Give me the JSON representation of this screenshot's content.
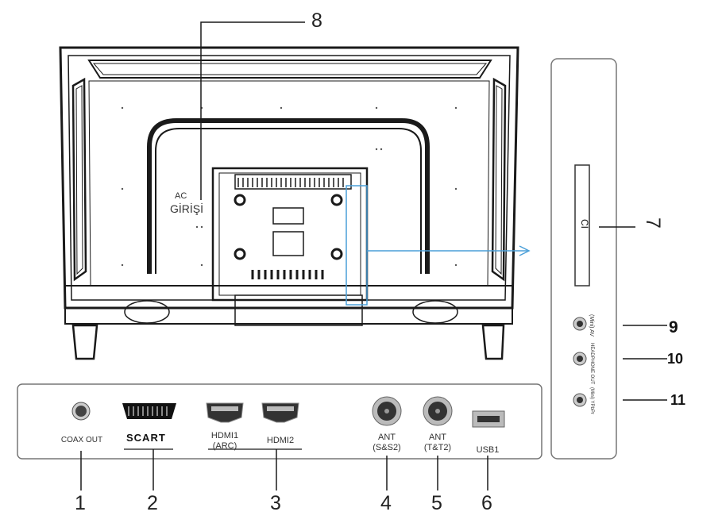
{
  "tv_back": {
    "ac_input_line1": "AC",
    "ac_input_line2": "GİRİŞİ"
  },
  "ports_bottom": [
    {
      "id": "coax",
      "label": "COAX OUT",
      "number": "1"
    },
    {
      "id": "scart",
      "label": "SCART",
      "number": "2"
    },
    {
      "id": "hdmi1",
      "label": "HDMI1\n(ARC)",
      "label_line1": "HDMI1",
      "label_line2": "(ARC)",
      "number": ""
    },
    {
      "id": "hdmi2",
      "label": "HDMI2",
      "number": "3"
    },
    {
      "id": "ant_s",
      "label_line1": "ANT",
      "label_line2": "(S&S2)",
      "number": "4"
    },
    {
      "id": "ant_t",
      "label_line1": "ANT",
      "label_line2": "(T&T2)",
      "number": "5"
    },
    {
      "id": "usb",
      "label": "USB1",
      "number": "6"
    }
  ],
  "side_panel": {
    "ci_label": "CI",
    "ci_number": "7",
    "av_label": "(Mini) AV",
    "av_number": "9",
    "headphone_label": "HEADPHONE OUT",
    "headphone_number": "10",
    "ypbpr_label": "(Mini) YPbPr",
    "ypbpr_number": "11"
  },
  "top_callout_number": "8",
  "colors": {
    "outline": "#1a1a1a",
    "arrow": "#4a9fd8",
    "panel_border": "#777777"
  }
}
